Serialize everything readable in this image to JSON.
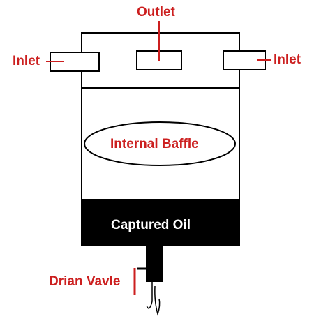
{
  "colors": {
    "outline": "#000000",
    "accent": "#cc1f1f",
    "oil_fill": "#000000",
    "oil_text": "#ffffff",
    "background": "#ffffff"
  },
  "labels": {
    "outlet": "Outlet",
    "inlet_left": "Inlet",
    "inlet_right": "Inlet",
    "baffle": "Internal Baffle",
    "oil": "Captured Oil",
    "drain": "Drian Vavle"
  }
}
